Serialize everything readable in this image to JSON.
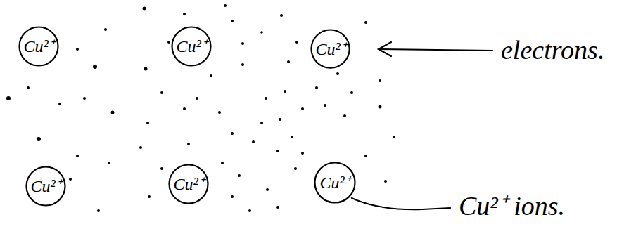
{
  "diagram": {
    "nodes": [
      {
        "text": [
          "Cu²⁺"
        ]
      },
      {
        "text": [
          "Cu²⁺"
        ]
      },
      {
        "text": [
          "Cu²⁺"
        ]
      },
      {
        "text": [
          "Cu²⁺"
        ]
      },
      {
        "text": [
          "Cu²⁺"
        ]
      },
      {
        "text": [
          "Cu²⁺"
        ]
      }
    ],
    "labels": [
      "electrons.",
      "Cu²⁺ ions."
    ]
  }
}
